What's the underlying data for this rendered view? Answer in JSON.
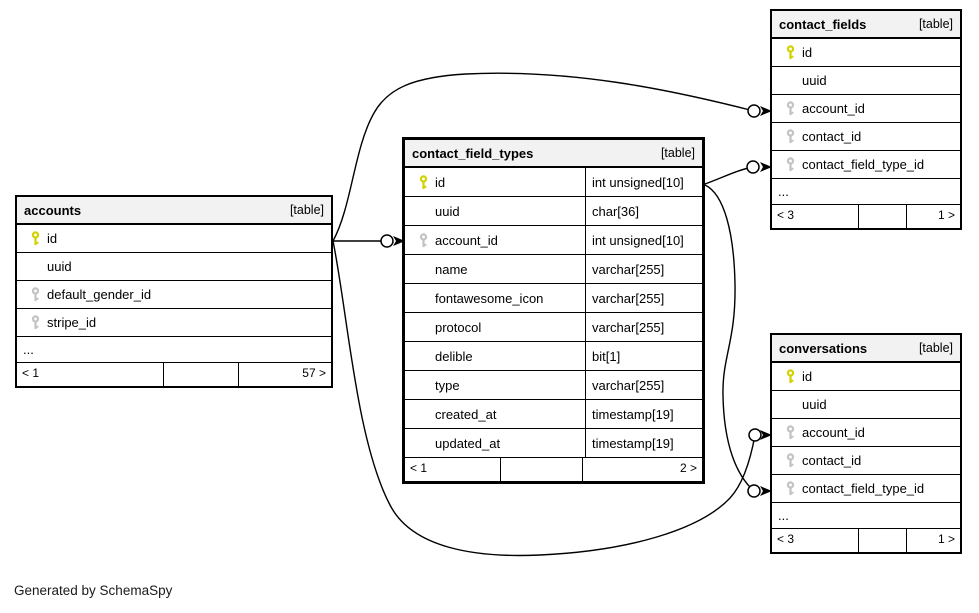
{
  "page": {
    "footer_note": "Generated by SchemaSpy"
  },
  "colors": {
    "pk_key": "#d2d200",
    "fk_key": "#c3c3c3",
    "header_bg": "#f2f2f2",
    "line": "#000000"
  },
  "tables": {
    "accounts": {
      "title": "accounts",
      "tag": "[table]",
      "columns": [
        {
          "key": "pk",
          "name": "id"
        },
        {
          "key": "",
          "name": "uuid"
        },
        {
          "key": "fk",
          "name": "default_gender_id"
        },
        {
          "key": "fk",
          "name": "stripe_id"
        },
        {
          "key": "",
          "name": "..."
        }
      ],
      "footer": {
        "left": "< 1",
        "middle": "",
        "right": "57 >"
      }
    },
    "contact_field_types": {
      "title": "contact_field_types",
      "tag": "[table]",
      "columns": [
        {
          "key": "pk",
          "name": "id",
          "type": "int unsigned[10]"
        },
        {
          "key": "",
          "name": "uuid",
          "type": "char[36]"
        },
        {
          "key": "fk",
          "name": "account_id",
          "type": "int unsigned[10]"
        },
        {
          "key": "",
          "name": "name",
          "type": "varchar[255]"
        },
        {
          "key": "",
          "name": "fontawesome_icon",
          "type": "varchar[255]"
        },
        {
          "key": "",
          "name": "protocol",
          "type": "varchar[255]"
        },
        {
          "key": "",
          "name": "delible",
          "type": "bit[1]"
        },
        {
          "key": "",
          "name": "type",
          "type": "varchar[255]"
        },
        {
          "key": "",
          "name": "created_at",
          "type": "timestamp[19]"
        },
        {
          "key": "",
          "name": "updated_at",
          "type": "timestamp[19]"
        }
      ],
      "footer": {
        "left": "< 1",
        "middle": "",
        "right": "2 >"
      }
    },
    "contact_fields": {
      "title": "contact_fields",
      "tag": "[table]",
      "columns": [
        {
          "key": "pk",
          "name": "id"
        },
        {
          "key": "",
          "name": "uuid"
        },
        {
          "key": "fk",
          "name": "account_id"
        },
        {
          "key": "fk",
          "name": "contact_id"
        },
        {
          "key": "fk",
          "name": "contact_field_type_id"
        },
        {
          "key": "",
          "name": "..."
        }
      ],
      "footer": {
        "left": "< 3",
        "middle": "",
        "right": "1 >"
      }
    },
    "conversations": {
      "title": "conversations",
      "tag": "[table]",
      "columns": [
        {
          "key": "pk",
          "name": "id"
        },
        {
          "key": "",
          "name": "uuid"
        },
        {
          "key": "fk",
          "name": "account_id"
        },
        {
          "key": "fk",
          "name": "contact_id"
        },
        {
          "key": "fk",
          "name": "contact_field_type_id"
        },
        {
          "key": "",
          "name": "..."
        }
      ],
      "footer": {
        "left": "< 3",
        "middle": "",
        "right": "1 >"
      }
    }
  },
  "relationships": [
    {
      "from": "accounts.id",
      "to": "contact_field_types.account_id"
    },
    {
      "from": "accounts.id",
      "to": "contact_fields.account_id"
    },
    {
      "from": "accounts.id",
      "to": "conversations.account_id"
    },
    {
      "from": "contact_field_types.id",
      "to": "contact_fields.contact_field_type_id"
    },
    {
      "from": "contact_field_types.id",
      "to": "conversations.contact_field_type_id"
    }
  ]
}
